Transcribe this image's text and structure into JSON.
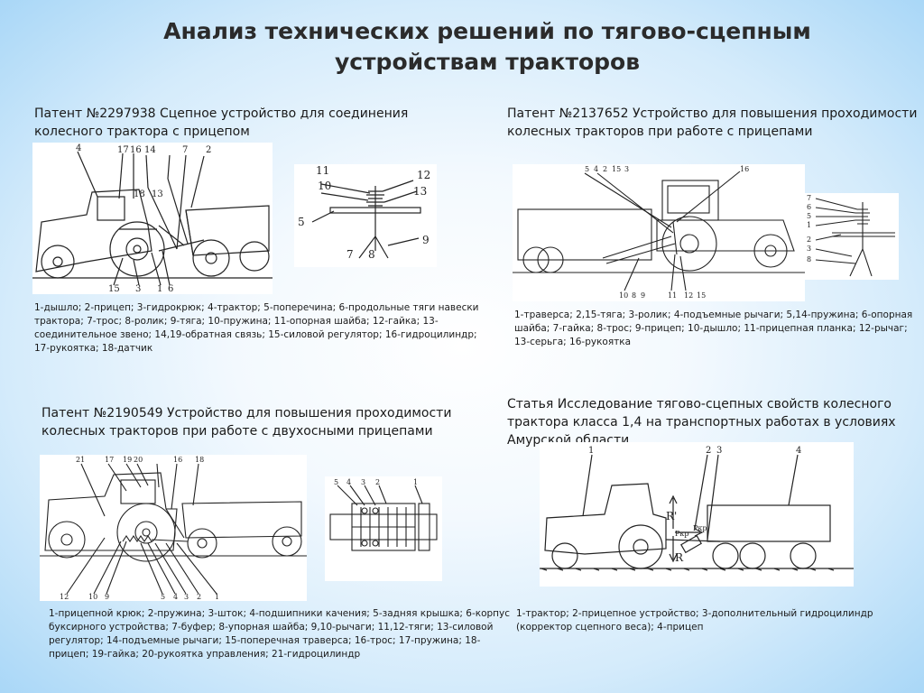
{
  "title": "Анализ технических решений по тягово-сцепным устройствам тракторов",
  "patent1": {
    "heading": "Патент №2297938 Сцепное устройство для соединения колесного трактора с прицепом",
    "caption": "1-дышло; 2-прицеп; 3-гидрокрюк; 4-трактор; 5-поперечина; 6-продольные тяги навески трактора; 7-трос; 8-ролик; 9-тяга; 10-пружина; 11-опорная шайба; 12-гайка; 13-соединительное звено; 14,19-обратная связь; 15-силовой регулятор; 16-гидроцилиндр; 17-рукоятка; 18-датчик",
    "fig_main_labels": [
      "4",
      "17",
      "16",
      "14",
      "7",
      "2",
      "18",
      "13",
      "15",
      "3",
      "1",
      "6"
    ],
    "fig_detail_labels": [
      "11",
      "10",
      "12",
      "13",
      "5",
      "9",
      "7",
      "8"
    ]
  },
  "patent2": {
    "heading": "Патент №2137652 Устройство для повышения проходимости колесных тракторов при работе с прицепами",
    "caption": "1-траверса; 2,15-тяга; 3-ролик; 4-подъемные рычаги; 5,14-пружина; 6-опорная шайба; 7-гайка; 8-трос; 9-прицеп; 10-дышло; 11-прицепная планка; 12-рычаг; 13-серьга; 16-рукоятка",
    "fig_main_labels": [
      "5",
      "4",
      "2",
      "15",
      "3",
      "16",
      "10",
      "8",
      "9",
      "11",
      "12",
      "15"
    ],
    "fig_detail_labels": [
      "7",
      "6",
      "5",
      "1",
      "2",
      "3",
      "8"
    ]
  },
  "patent3": {
    "heading": "Патент №2190549 Устройство для повышения проходимости колесных тракторов при работе с двухосными прицепами",
    "caption": "1-прицепной крюк; 2-пружина; 3-шток; 4-подшипники качения; 5-задняя крышка; 6-корпус буксирного устройства; 7-буфер; 8-упорная шайба; 9,10-рычаги; 11,12-тяги; 13-силовой регулятор; 14-подъемные рычаги; 15-поперечная траверса; 16-трос; 17-пружина; 18-прицеп; 19-гайка; 20-рукоятка управления; 21-гидроцилиндр",
    "fig_main_labels": [
      "21",
      "17",
      "19",
      "20",
      "16",
      "18",
      "12",
      "10",
      "9",
      "5",
      "4",
      "3",
      "2",
      "1"
    ],
    "fig_detail_labels": [
      "5",
      "4",
      "3",
      "2",
      "1"
    ]
  },
  "article": {
    "heading": "Статья Исследование тягово-сцепных свойств колесного трактора класса 1,4 на транспортных работах в условиях Амурской области",
    "caption": "1-трактор; 2-прицепное устройство; 3-дополнительный гидроцилиндр (корректор сцепного веса); 4-прицеп",
    "fig_labels": [
      "1",
      "2",
      "3",
      "4",
      "R'",
      "Pкр",
      "Pкр",
      "R"
    ]
  }
}
